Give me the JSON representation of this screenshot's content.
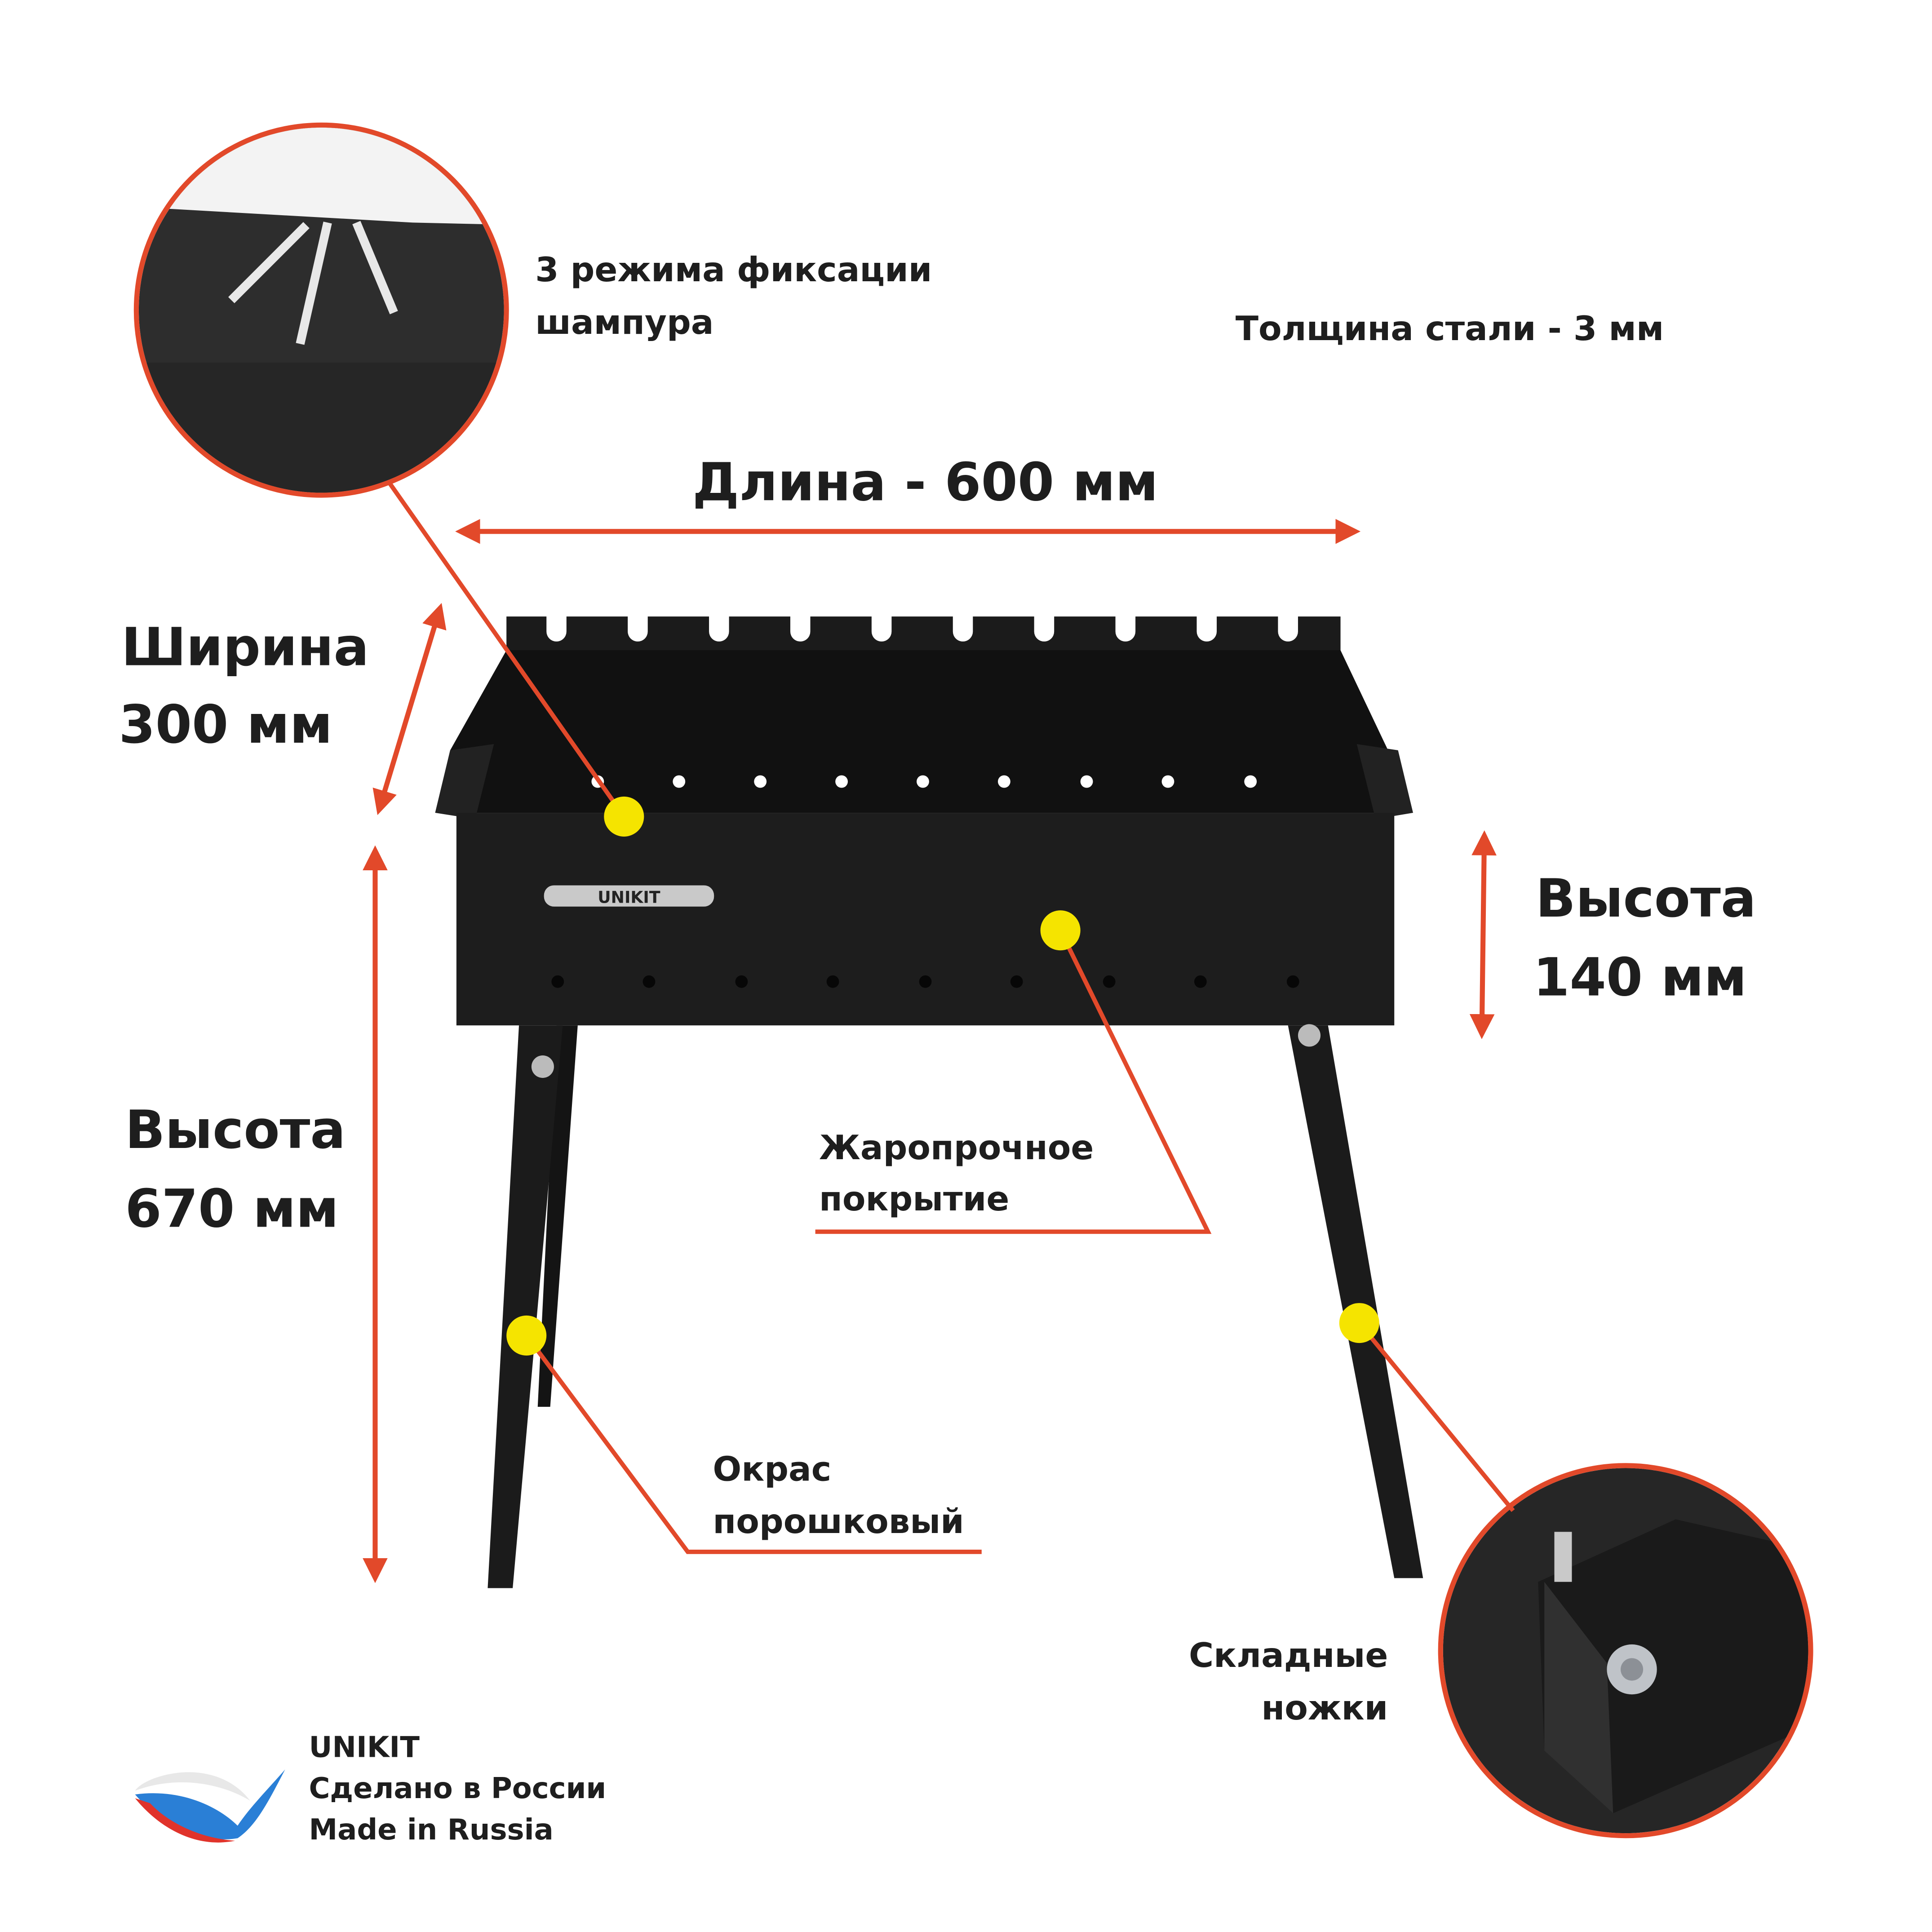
{
  "colors": {
    "accent": "#e2492a",
    "marker": "#f5e400",
    "metal": "#1b1b1b"
  },
  "callouts": {
    "skewer_modes": [
      "3 режима фиксации",
      "шампура"
    ],
    "steel_thickness": "Толщина стали - 3 мм",
    "length": "Длина - 600 мм",
    "width": [
      "Ширина",
      "300 мм"
    ],
    "height_total": [
      "Высота",
      "670 мм"
    ],
    "height_box": [
      "Высота",
      "140 мм"
    ],
    "coating": [
      "Жаропрочное",
      "покрытие"
    ],
    "paint": [
      "Окрас",
      "порошковый"
    ],
    "legs": [
      "Складные",
      "ножки"
    ]
  },
  "product": {
    "plate_label": "UNIKIT"
  },
  "footer": {
    "brand": "UNIKIT",
    "made_ru": "Сделано в России",
    "made_en": "Made in Russia"
  }
}
